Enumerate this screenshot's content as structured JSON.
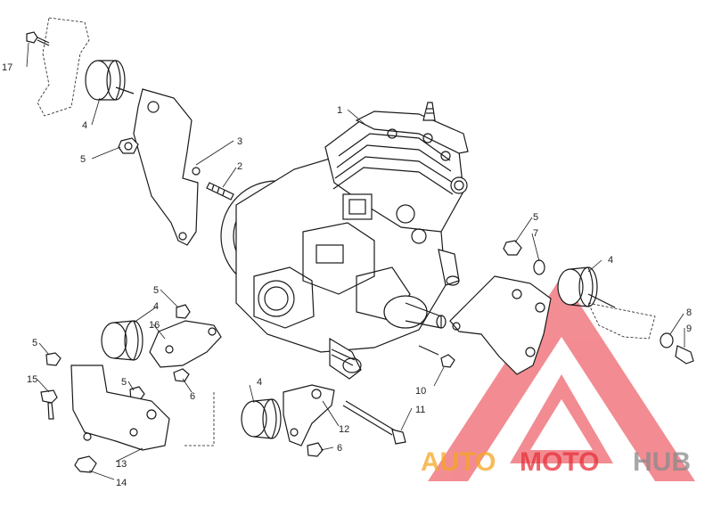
{
  "callouts": {
    "c1": "1",
    "c2": "2",
    "c3": "3",
    "c4a": "4",
    "c4b": "4",
    "c4c": "4",
    "c4d": "4",
    "c5a": "5",
    "c5b": "5",
    "c5c": "5",
    "c5d": "5",
    "c5e": "5",
    "c6a": "6",
    "c6b": "6",
    "c7": "7",
    "c8": "8",
    "c9": "9",
    "c10": "10",
    "c11": "11",
    "c12": "12",
    "c13": "13",
    "c14": "14",
    "c15": "15",
    "c16": "16",
    "c17": "17"
  },
  "watermark": {
    "part1": "AUTO",
    "part2": "MOTO",
    "part3": "HUB"
  },
  "colors": {
    "line": "#1a1a1a",
    "logo_red": "#e8303a",
    "logo_orange": "#f5a623",
    "logo_gray": "#8a8a8a"
  }
}
